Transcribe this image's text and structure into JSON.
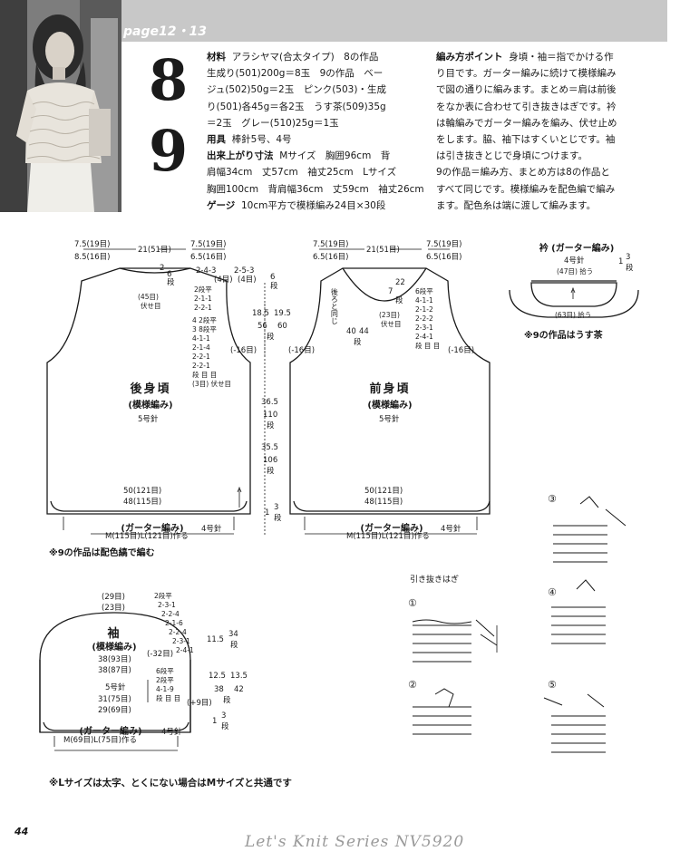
{
  "header": {
    "page_label": "page12・13"
  },
  "pattern_numbers": [
    "8",
    "9"
  ],
  "materials": {
    "title": "材料",
    "lines": [
      "アラシヤマ(合太タイプ)　8の作品",
      "生成り(501)200g＝8玉　9の作品　ベー",
      "ジュ(502)50g＝2玉　ピンク(503)・生成",
      "り(501)各45g＝各2玉　うす茶(509)35g",
      "＝2玉　グレー(510)25g＝1玉"
    ]
  },
  "tools": {
    "title": "用具",
    "text": "棒針5号、4号"
  },
  "sizes": {
    "title": "出来上がり寸法",
    "lines": [
      "Mサイズ　胸囲96cm　背",
      "肩幅34cm　丈57cm　袖丈25cm　Lサイズ",
      "胸囲100cm　背肩幅36cm　丈59cm　袖丈26cm"
    ]
  },
  "gauge": {
    "title": "ゲージ",
    "text": "10cm平方で模様編み24目×30段"
  },
  "points": {
    "title": "編み方ポイント",
    "lines": [
      "身頃・袖＝指でかける作",
      "り目です。ガーター編みに続けて模様編み",
      "で図の通りに編みます。まとめ＝肩は前後",
      "をなか表に合わせて引き抜きはぎです。衿",
      "は輪編みでガーター編みを編み、伏せ止め",
      "をします。脇、袖下はすくいとじです。袖",
      "は引き抜きとじで身頃につけます。",
      "9の作品＝編み方、まとめ方は8の作品と",
      "すべて同じです。模様編みを配色編で編み",
      "ます。配色糸は端に渡して編みます。"
    ]
  },
  "back": {
    "title": "後身頃",
    "stitch": "(模様編み)",
    "needle": "5号針",
    "shoulder_m": "7.5(19目)",
    "shoulder_l": "8.5(16目)",
    "neck": "21(51目)",
    "shoulder_r_m": "7.5(19目)",
    "shoulder_r_l": "6.5(16目)",
    "neck_bind": "(45目)",
    "neck_bind2": "伏せ目",
    "neck_depth": "2",
    "neck_depth_u": "6",
    "neck_depth_r": "段",
    "neck_dec": [
      "2-4-3",
      "(4目)"
    ],
    "neck_dec2": [
      "2-5-3",
      "(4目)"
    ],
    "shoulder_h": "6",
    "shoulder_h_u": "段",
    "neck_rows": [
      "2段平",
      "2-1-1",
      "2-2-1"
    ],
    "arm_rows": [
      "4 2段平",
      "3 8段平",
      "4-1-1",
      "2-1-4",
      "2-2-1",
      "2-2-1",
      "段 目 目",
      "(3目) 伏せ目"
    ],
    "arm_h_m": "18.5",
    "arm_h_l": "19.5",
    "arm_rows_m": "56",
    "arm_rows_l": "60",
    "arm_dan": "段",
    "arm_dec": "(-16目)",
    "body_h_m": "36.5",
    "body_h_mr": "110",
    "body_dan": "段",
    "body_h_l": "35.5",
    "body_h_lr": "106",
    "body_dan2": "段",
    "hem_h": "1",
    "hem_h_r": "3",
    "hem_dan": "段",
    "width_m": "50(121目)",
    "width_l": "48(115目)",
    "hem": "(ガーター編み)",
    "hem_needle": "4号針",
    "cast": "M(115目)L(121目)作る",
    "note": "※9の作品は配色縞で編む"
  },
  "front": {
    "title": "前身頃",
    "stitch": "(模様編み)",
    "needle": "5号針",
    "shoulder_m": "7.5(19目)",
    "shoulder_l": "6.5(16目)",
    "neck": "21(51目)",
    "shoulder_r_m": "7.5(19目)",
    "shoulder_r_l": "6.5(16目)",
    "same": "後ろと同じ",
    "neck_h": "22",
    "neck_h2": "7",
    "neck_dan": "段",
    "neck_bind": "(23目)",
    "neck_bind2": "伏せ目",
    "neck_rows": [
      "6段平",
      "4-1-1",
      "2-1-2",
      "2-2-2",
      "2-3-1",
      "2-4-1",
      "段 目 目"
    ],
    "side_h": "40",
    "side_h2": "44",
    "side_dan": "段",
    "arm_dec_l": "(-16目)",
    "arm_dec_r": "(-16目)",
    "width_m": "50(121目)",
    "width_l": "48(115目)",
    "hem": "(ガーター編み)",
    "hem_needle": "4号針",
    "cast": "M(115目)L(121目)作る"
  },
  "collar": {
    "title": "衿 (ガーター編み)",
    "needle": "4号針",
    "pickup_top": "(47目) 拾う",
    "pickup_bottom": "(63目) 拾う",
    "rows": "1",
    "rows2": "3",
    "dan": "段",
    "note": "※9の作品はうす茶"
  },
  "sleeve": {
    "title": "袖",
    "stitch": "(模様編み)",
    "needle": "5号針",
    "top_m": "(29目)",
    "top_l": "(23目)",
    "cap_rows": [
      "2段平",
      "2-3-1",
      "2-2-4",
      "2-1-6",
      "2-2-4",
      "2-3-1",
      "2-4-1"
    ],
    "cap_h": "11.5",
    "cap_r": "34",
    "cap_r2": "段",
    "cap_dec": "(-32目)",
    "width_m": "38(93目)",
    "width_l": "38(87目)",
    "side_rows": [
      "6段平",
      "2段平",
      "4-1-9",
      "段 目 目"
    ],
    "side_h_m": "12.5",
    "side_h_l": "13.5",
    "side_r_m": "38",
    "side_r_l": "42",
    "side_dan": "段",
    "inc": "(+9目)",
    "low_m": "31(75目)",
    "low_l": "29(69目)",
    "hem_h": "1",
    "hem_h_r": "3",
    "hem_dan": "段",
    "hem": "(ガーター編み)",
    "hem_needle": "4号針",
    "cast": "M(69目)L(75目)作る"
  },
  "technique": {
    "title": "引き抜きはぎ",
    "steps": [
      "①",
      "②",
      "③",
      "④",
      "⑤"
    ]
  },
  "footer_note": "※Lサイズは太字、とくにない場合はMサイズと共通です",
  "page_number": "44",
  "series": "Let's Knit Series NV5920"
}
